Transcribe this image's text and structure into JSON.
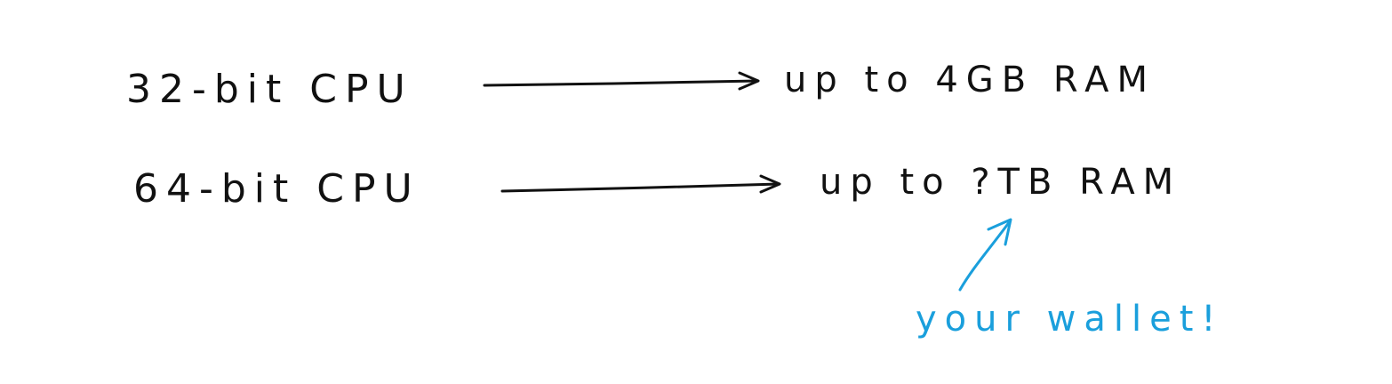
{
  "rows": [
    {
      "source": "32-bit CPU",
      "target": "up to 4GB RAM"
    },
    {
      "source": "64-bit CPU",
      "target": "up to ?TB RAM"
    }
  ],
  "annotation": {
    "text": "your wallet!",
    "color": "#1a9fdc"
  }
}
